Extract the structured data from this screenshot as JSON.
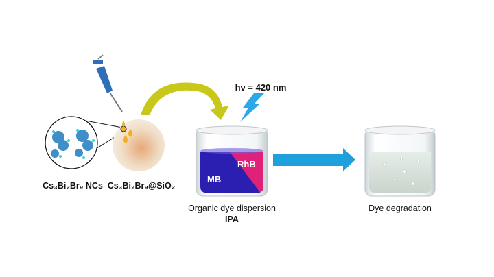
{
  "labels": {
    "nanocrystals": "Cs₃Bi₂Br₉ NCs",
    "composite": "Cs₃Bi₂Br₉@SiO₂",
    "light": "hν = 420 nm",
    "dye_mb": "MB",
    "dye_rhb": "RhB",
    "dispersion": "Organic dye dispersion",
    "solvent": "IPA",
    "result": "Dye degradation"
  },
  "colors": {
    "mb": "#2a1fb0",
    "rhb": "#e0217a",
    "curved_arrow": "#c8c81a",
    "process_arrow": "#1ea0dc",
    "lightning": "#2aa8e8"
  }
}
